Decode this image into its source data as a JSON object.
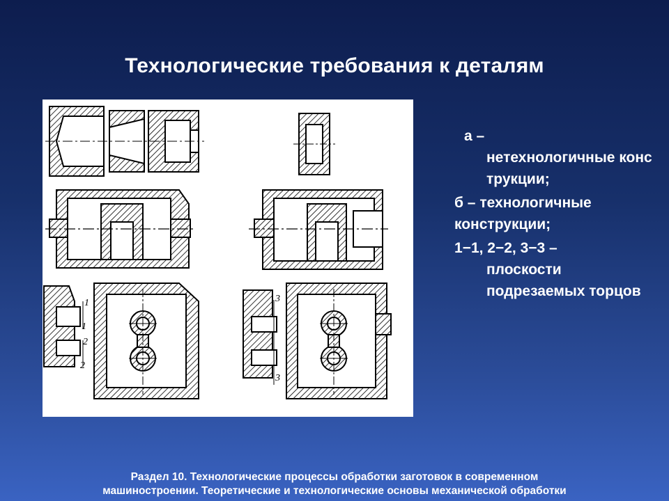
{
  "slide": {
    "title": "Технологические требования к деталям"
  },
  "figure": {
    "section_labels": [
      "1",
      "1",
      "2",
      "2",
      "3",
      "3"
    ]
  },
  "legend": {
    "items": [
      {
        "key": "а –",
        "text": "нетехнологичные конструкции;"
      },
      {
        "key": "б –",
        "text": "технологичные конструкции;"
      },
      {
        "key": "1−1, 2−2, 3−3 –",
        "text": "плоскости подрезаемых торцов"
      }
    ]
  },
  "footer": {
    "line1": "Раздел 10. Технологические процессы обработки заготовок в современном",
    "line2": "машиностроении. Теоретические и технологические основы механической обработки"
  },
  "colors": {
    "background_top": "#0d1d4e",
    "background_bottom": "#3a63c2",
    "text": "#ffffff",
    "panel": "#ffffff",
    "drawing": "#000000"
  }
}
